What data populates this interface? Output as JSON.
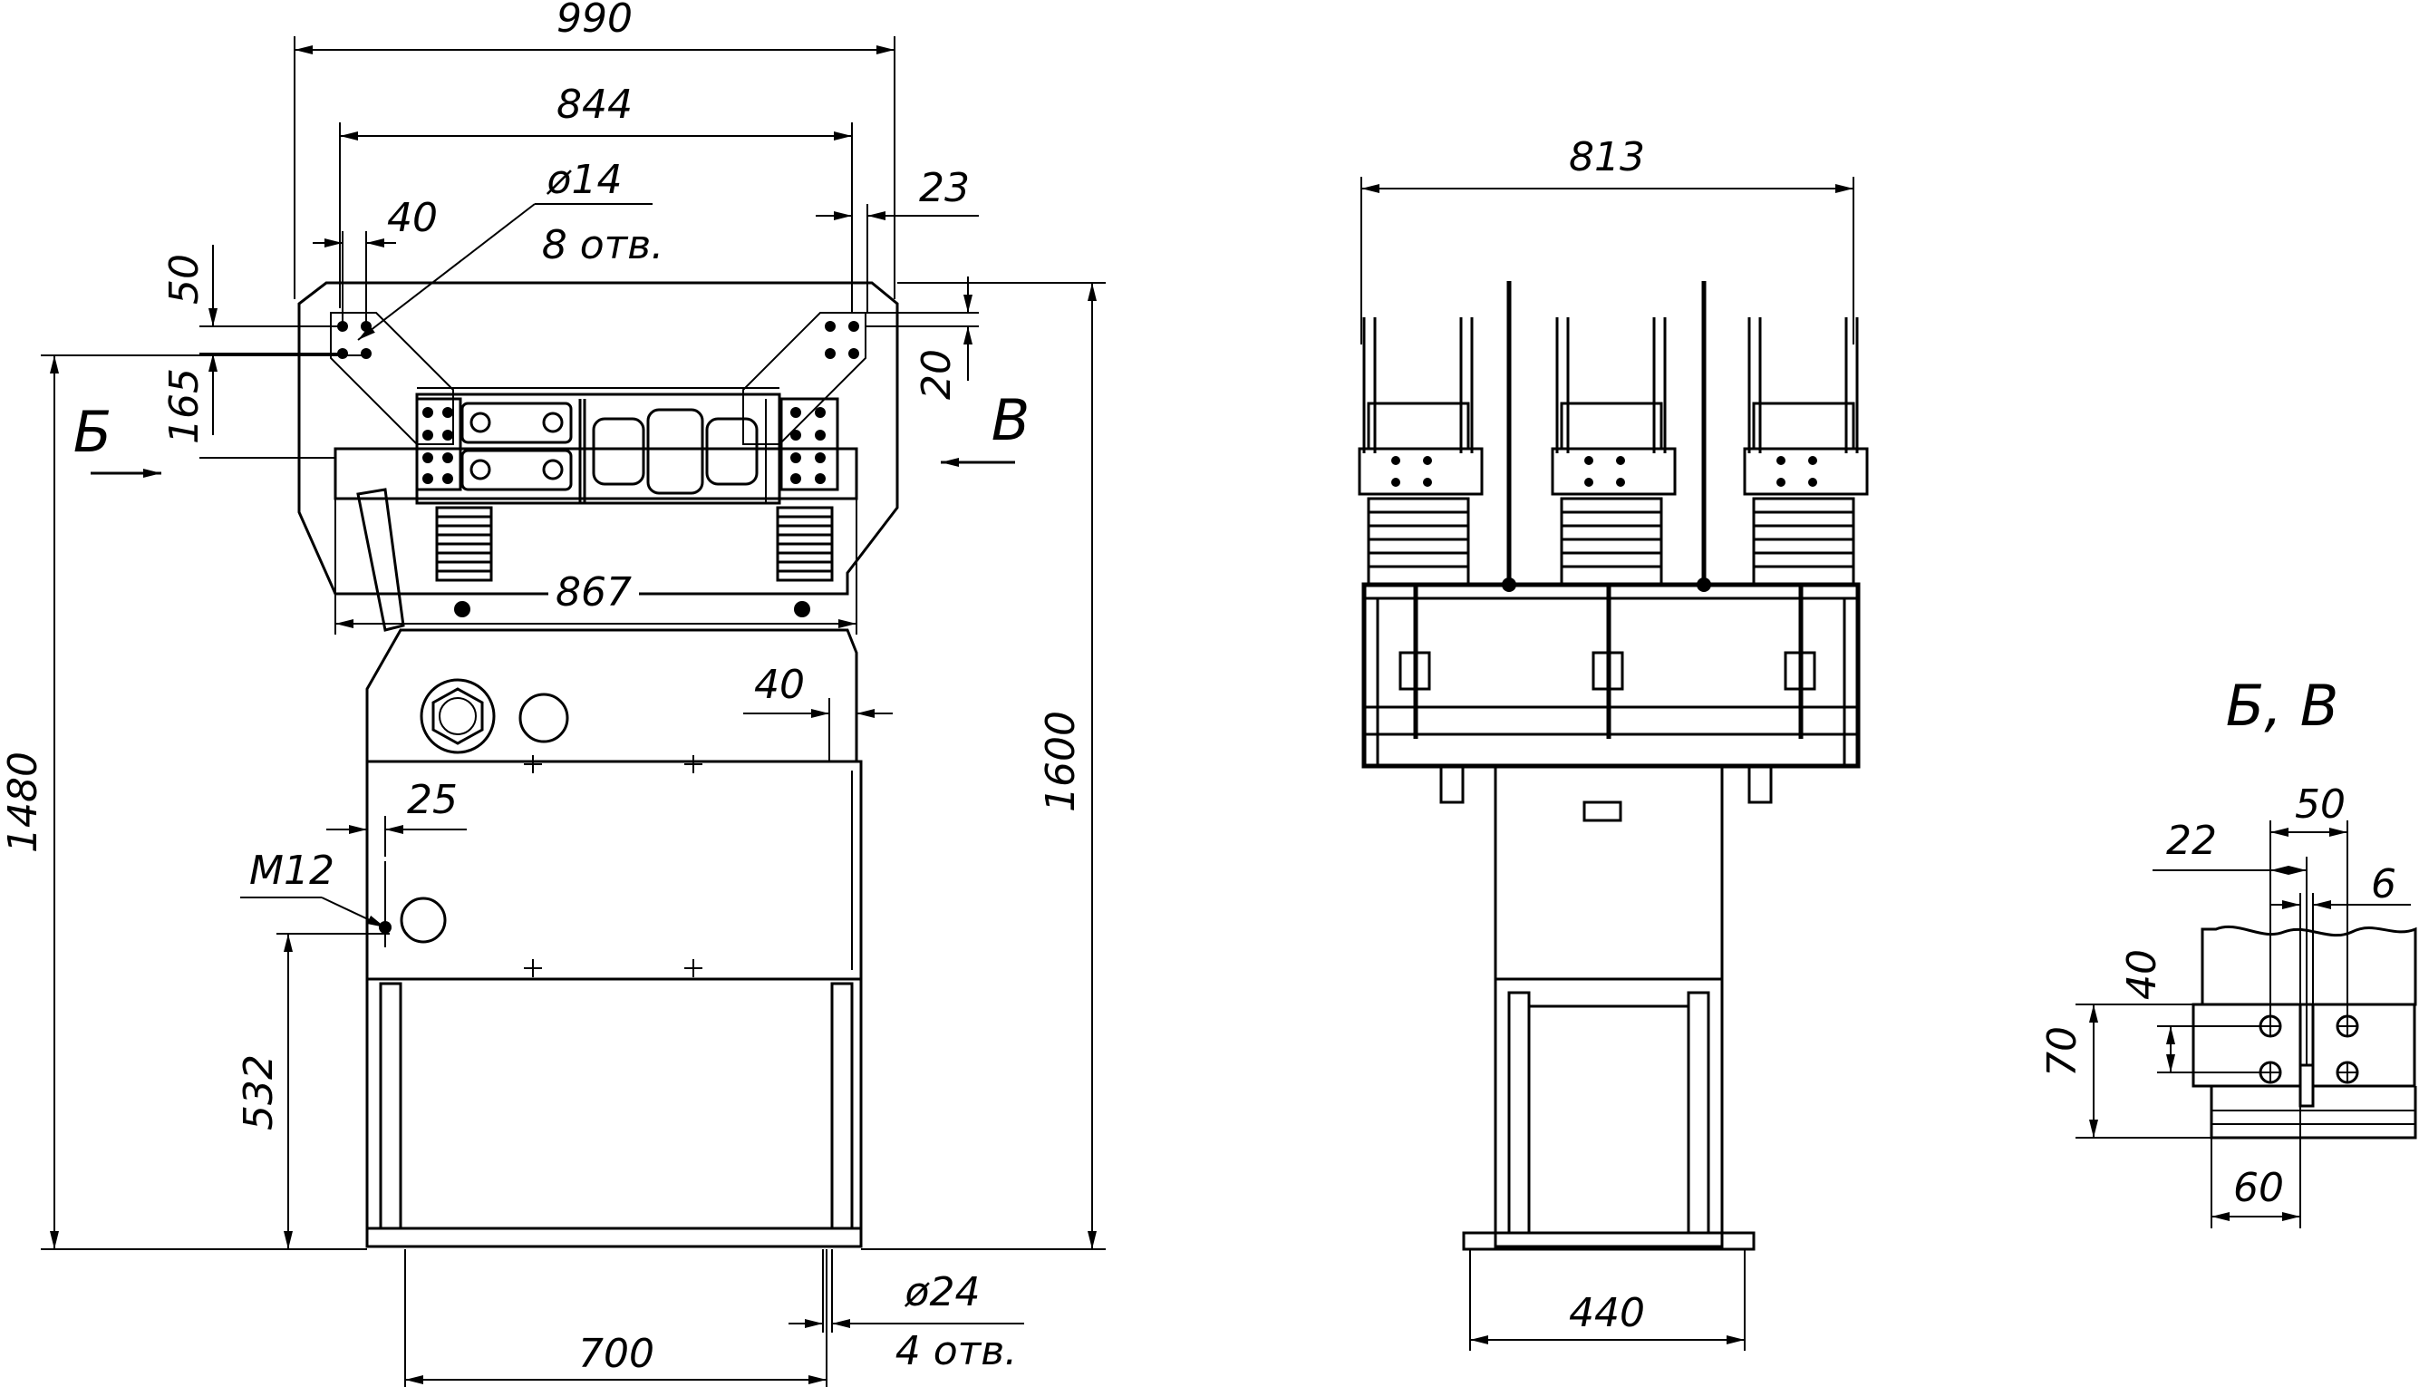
{
  "front_view": {
    "dims": {
      "w990": "990",
      "w844": "844",
      "hole_dia": "ø14",
      "hole_count": "8 отв.",
      "d40_top": "40",
      "d23": "23",
      "d50": "50",
      "d165": "165",
      "d20": "20",
      "d867": "867",
      "d40_mid": "40",
      "d25": "25",
      "thread": "M12",
      "h1480": "1480",
      "h1600": "1600",
      "h532": "532",
      "w700": "700",
      "foot_dia": "ø24",
      "foot_count": "4 отв."
    },
    "arrow_b": "Б",
    "arrow_v": "В"
  },
  "side_view": {
    "dims": {
      "w813": "813",
      "w440": "440"
    }
  },
  "detail_view": {
    "title": "Б, В",
    "dims": {
      "d50": "50",
      "d22": "22",
      "d6": "6",
      "d40": "40",
      "d70": "70",
      "d60": "60"
    }
  }
}
